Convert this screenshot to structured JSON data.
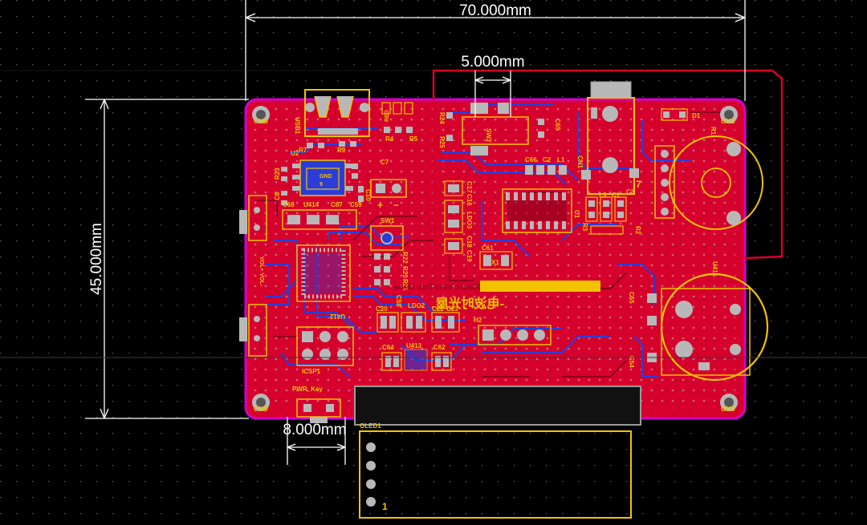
{
  "colors": {
    "background": "#000000",
    "grid_dot": "#5a5a5a",
    "board": "#d6002c",
    "board_outline": "#d400d4",
    "silkscreen": "#f2c200",
    "bottom_copper": "#2b3dd6",
    "pad": "#b8b8b8",
    "dimension": "#ffffff",
    "keepout": "#d6002c"
  },
  "dimensions": {
    "width": "70.000mm",
    "height": "45.000mm",
    "spacing_top": "5.000mm",
    "spacing_bottom": "8.000mm"
  },
  "banner": {
    "line1": "Electric Wave Time House",
    "line2": "-电波时光屋"
  },
  "labels": {
    "usb": "USB1",
    "u2": "U2",
    "r23": "R23",
    "c8": "C8",
    "c68": "C68",
    "u414": "U414",
    "c67": "C67",
    "c59": "C59",
    "c7": "C7",
    "c10": "C10",
    "sw1": "SW1",
    "r22": "R22",
    "r20": "R20",
    "r21": "R21",
    "c58": "C58",
    "u412": "U412",
    "vol": "VOL+  VOL-",
    "icsp": "ICSP1",
    "ldo2": "LDO2",
    "c20": "C20",
    "c22": "C22",
    "c23": "C23",
    "u413": "U413",
    "c64": "C64",
    "c62": "C62",
    "h2": "H2",
    "pwr_key": "PWR_Key",
    "oled": "OLED1",
    "oled_pin1": "1",
    "sw2": "SW2",
    "r24": "R24",
    "r25": "R25",
    "c65": "C65",
    "c66": "C66",
    "c2": "C2",
    "l1": "L1",
    "cn1": "CN1",
    "c17": "C17",
    "c16": "C16",
    "ldo3": "LDO3",
    "c18": "C18",
    "c19": "C19",
    "u1": "U1",
    "c61": "C61",
    "x1": "X1",
    "r3": "R3",
    "l3": "L3",
    "c1": "C1",
    "c3": "C3",
    "r2": "R2",
    "d1": "D1",
    "r1": "R1",
    "u411": "U411",
    "c55": "C55",
    "c54": "C54",
    "red": "RED",
    "r4": "R4",
    "r5": "R5",
    "r9": "R9",
    "r7": "R7",
    "gnd": "GND",
    "plus": "+",
    "minus": "−",
    "num7": "7",
    "num9": "9"
  }
}
